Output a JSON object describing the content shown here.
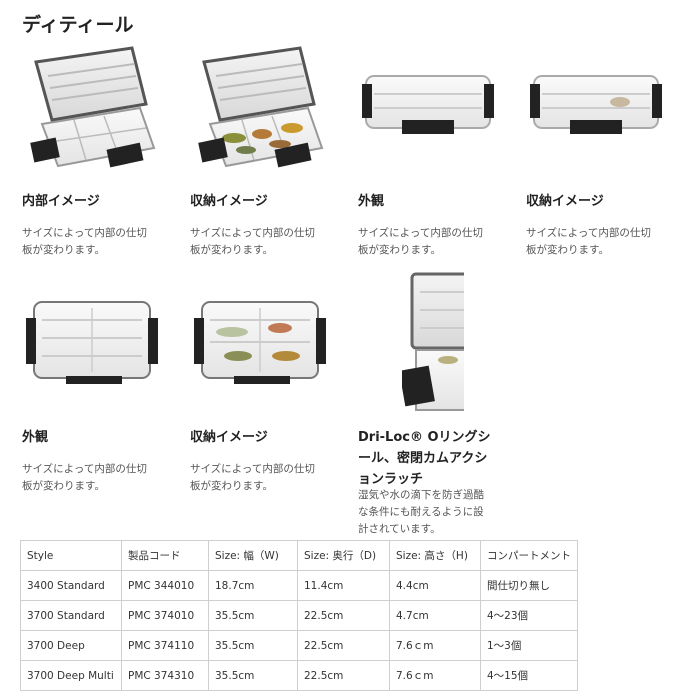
{
  "page": {
    "title": "ディティール"
  },
  "cards": [
    {
      "title": "内部イメージ",
      "desc": [
        "サイズによって内部の仕切",
        "板が変わります。"
      ]
    },
    {
      "title": "収納イメージ",
      "desc": [
        "サイズによって内部の仕切",
        "板が変わります。"
      ]
    },
    {
      "title": "外観",
      "desc": [
        "サイズによって内部の仕切",
        "板が変わります。"
      ]
    },
    {
      "title": "収納イメージ",
      "desc": [
        "サイズによって内部の仕切",
        "板が変わります。"
      ]
    },
    {
      "title": "外観",
      "desc": [
        "サイズによって内部の仕切",
        "板が変わります。"
      ]
    },
    {
      "title": "収納イメージ",
      "desc": [
        "サイズによって内部の仕切",
        "板が変わります。"
      ]
    },
    {
      "title": [
        "Dri-Loc® Oリングシ",
        "ール、密閉カムアクシ",
        "ョンラッチ"
      ],
      "desc": [
        "湿気や水の滴下を防ぎ過酷",
        "な条件にも耐えるように設",
        "計されています。"
      ]
    }
  ],
  "table": {
    "headers": [
      "Style",
      "製品コード",
      "Size:  幅（W)",
      "Size:  奥行（D)",
      "Size:  高さ（H)",
      "コンパートメント"
    ],
    "rows": [
      [
        "3400 Standard",
        "PMC 344010",
        "18.7cm",
        "11.4cm",
        "4.4cm",
        "間仕切り無し"
      ],
      [
        "3700 Standard",
        "PMC 374010",
        "35.5cm",
        "22.5cm",
        "4.7cm",
        "4〜23個"
      ],
      [
        "3700 Deep",
        "PMC 374110",
        "35.5cm",
        "22.5cm",
        "7.6ｃm",
        "1〜3個"
      ],
      [
        "3700 Deep Multi",
        "PMC 374310",
        "35.5cm",
        "22.5cm",
        "7.6ｃm",
        "4〜15個"
      ]
    ]
  }
}
